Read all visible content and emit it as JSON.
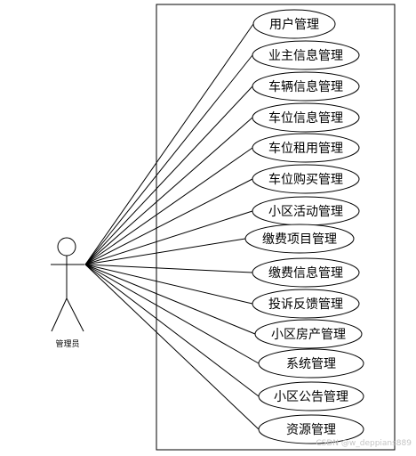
{
  "actor": {
    "name": "管理员"
  },
  "use_cases": [
    "用户管理",
    "业主信息管理",
    "车辆信息管理",
    "车位信息管理",
    "车位租用管理",
    "车位购买管理",
    "小区活动管理",
    "缴费项目管理",
    "缴费信息管理",
    "投诉反馈管理",
    "小区房产管理",
    "系统管理",
    "小区公告管理",
    "资源管理"
  ],
  "watermark": "CSDN @w_deppians889"
}
